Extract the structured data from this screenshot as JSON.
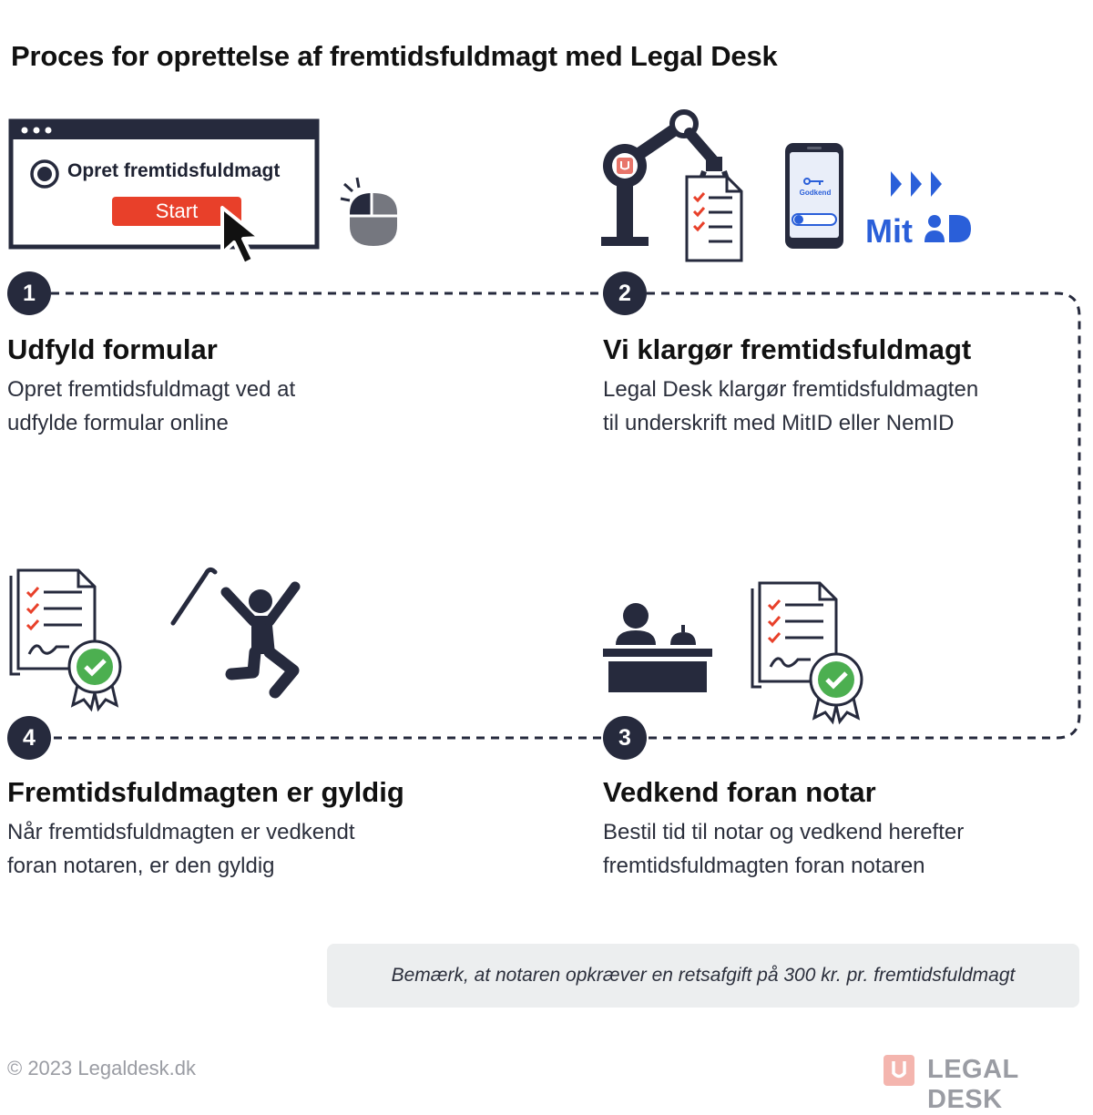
{
  "title": "Proces for oprettelse af fremtidsfuldmagt med Legal Desk",
  "steps": [
    {
      "number": "1",
      "title": "Udfyld formular",
      "desc_line1": "Opret fremtidsfuldmagt ved at",
      "desc_line2": "udfylde formular online"
    },
    {
      "number": "2",
      "title": "Vi klargør fremtidsfuldmagt",
      "desc_line1": "Legal Desk klargør fremtidsfuldmagten",
      "desc_line2": "til underskrift med MitID eller NemID"
    },
    {
      "number": "3",
      "title": "Vedkend foran notar",
      "desc_line1": "Bestil tid til notar og vedkend herefter",
      "desc_line2": "fremtidsfuldmagten foran notaren"
    },
    {
      "number": "4",
      "title": "Fremtidsfuldmagten er gyldig",
      "desc_line1": "Når fremtidsfuldmagten er vedkendt",
      "desc_line2": "foran notaren, er den gyldig"
    }
  ],
  "illustration": {
    "form_option": "Opret fremtidsfuldmagt",
    "start_button": "Start",
    "phone_button": "Godkend",
    "mitid_text": "Mit",
    "icons": [
      "browser-window-icon",
      "radio-selected-icon",
      "cursor-icon",
      "mouse-click-icon",
      "robot-arm-icon",
      "checklist-document-icon",
      "phone-icon",
      "mitid-logo-icon",
      "notary-desk-icon",
      "certified-document-icon",
      "cane-icon",
      "jumping-person-icon"
    ]
  },
  "note": "Bemærk, at notaren opkræver en retsafgift på 300 kr. pr. fremtidsfuldmagt",
  "footer": {
    "copyright": "© 2023 Legaldesk.dk",
    "brand": "LEGAL DESK"
  },
  "colors": {
    "dark": "#262a3d",
    "accent_red": "#e8402a",
    "mitid_blue": "#2a5fd9",
    "check_green": "#4caf50",
    "note_bg": "#eceeef",
    "muted": "#9a9ca3"
  }
}
